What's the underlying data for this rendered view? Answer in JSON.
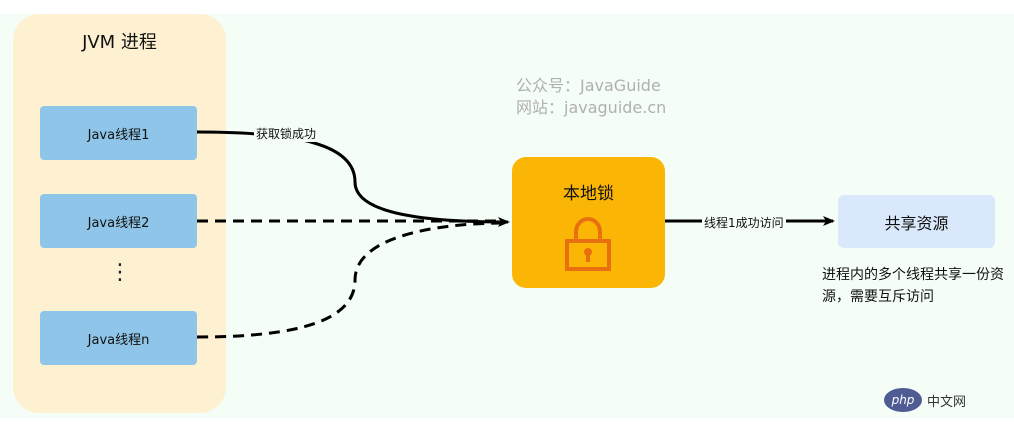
{
  "jvm": {
    "title": "JVM 进程"
  },
  "threads": [
    {
      "label": "Java线程1"
    },
    {
      "label": "Java线程2"
    },
    {
      "label": "Java线程n"
    }
  ],
  "ellipsis": "⋮",
  "edges": {
    "acquire_label": "获取锁成功",
    "access_label": "线程1成功访问"
  },
  "lock": {
    "title": "本地锁",
    "icon": "padlock-icon"
  },
  "resource": {
    "title": "共享资源"
  },
  "note": "进程内的多个线程共享一份资源，需要互斥访问",
  "watermark": {
    "line1": "公众号：JavaGuide",
    "line2": "网站：javaguide.cn"
  },
  "logo": {
    "badge": "php",
    "text": "中文网"
  },
  "colors": {
    "jvm_bg": "#fdf1d2",
    "thread_fill": "#8fc5e8",
    "lock_fill": "#fbb605",
    "lock_icon": "#e8700e",
    "resource_fill": "#d9e8fa",
    "canvas_bg": "#f5fdf7"
  }
}
